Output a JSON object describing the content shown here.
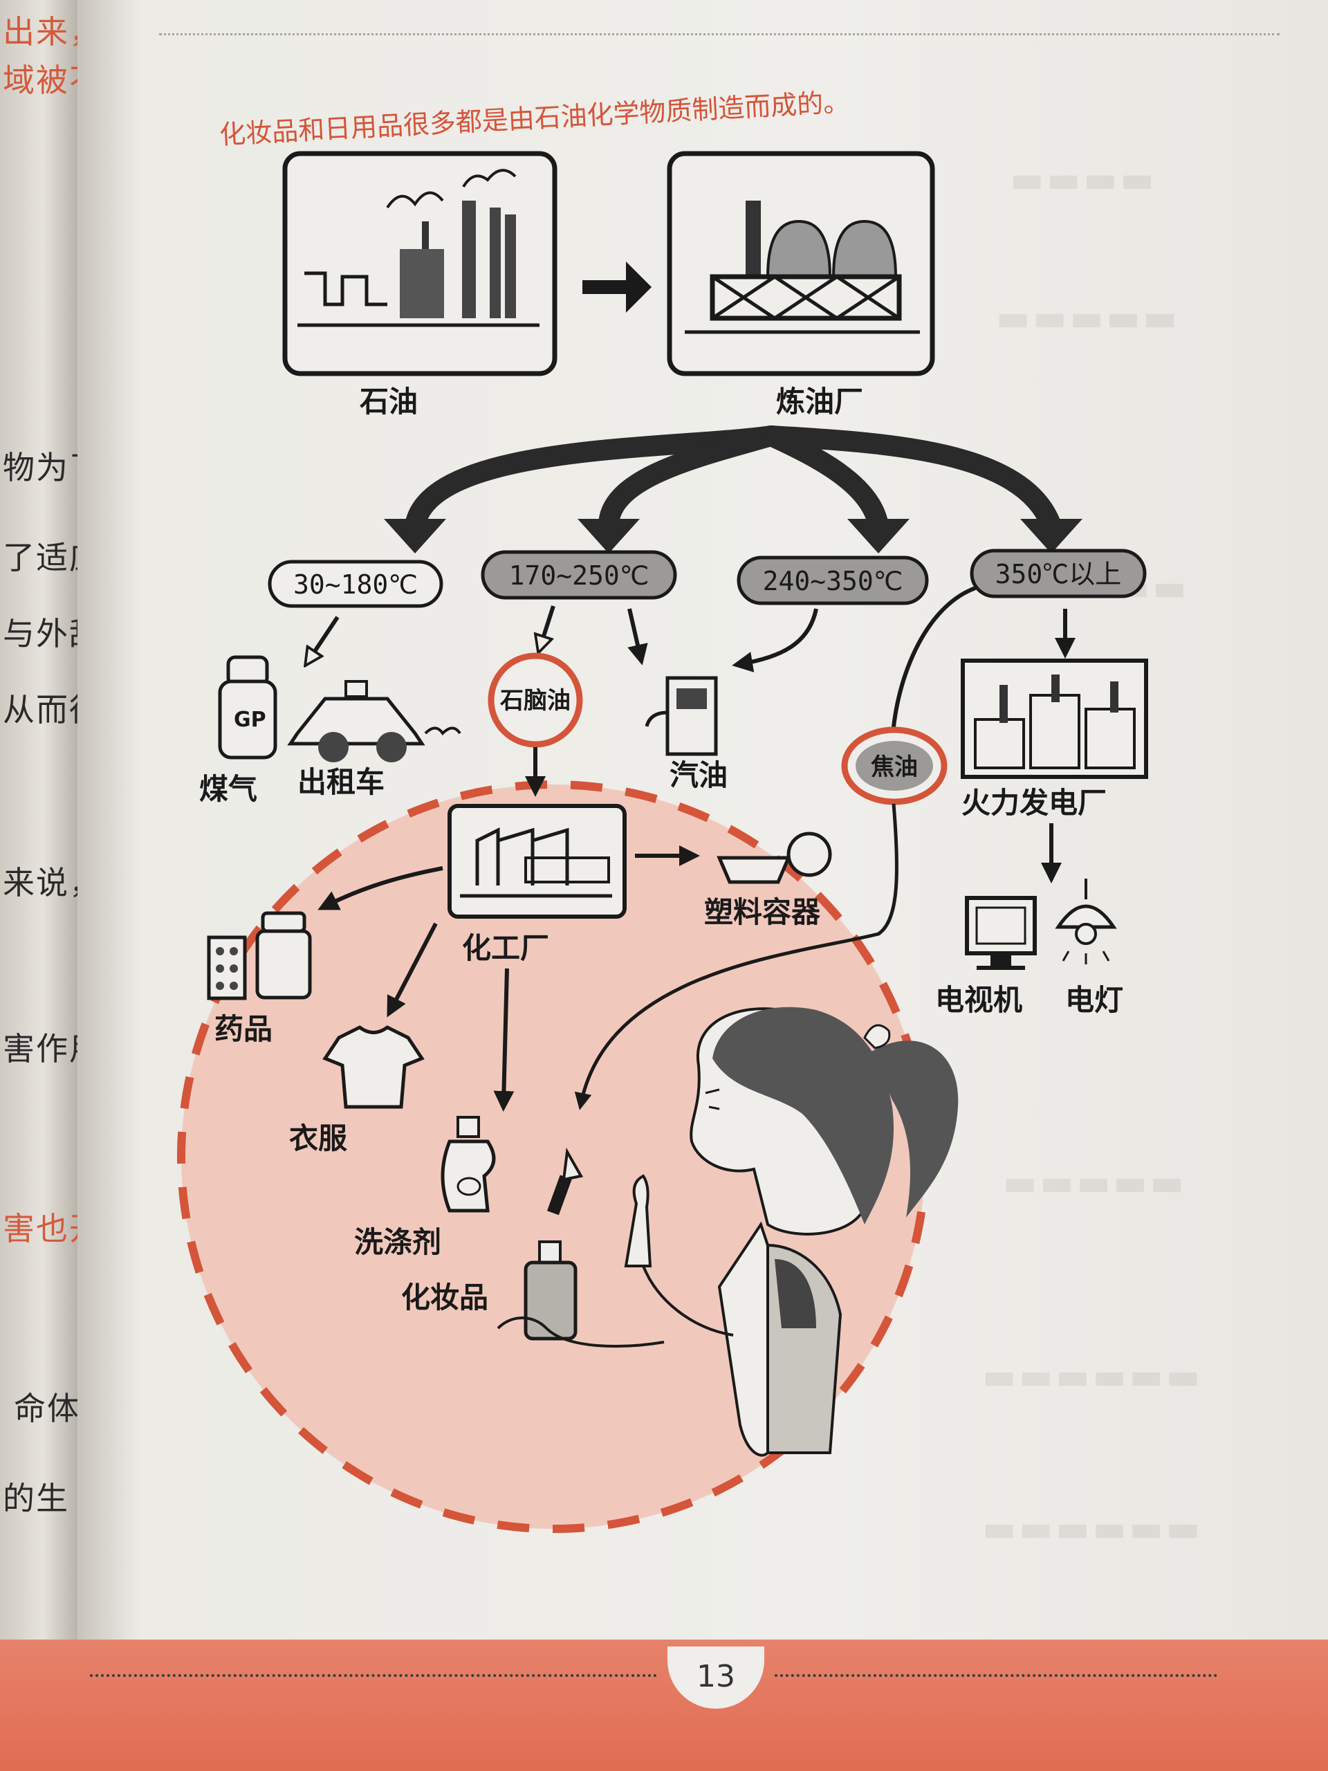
{
  "caption": "化妆品和日用品很多都是由石油化学物质制造而成的。",
  "nodes": {
    "oil": "石油",
    "refinery": "炼油厂",
    "naphtha": "石脑油",
    "coke_oil": "焦油",
    "gas": "煤气",
    "taxi": "出租车",
    "gasoline": "汽油",
    "power_plant": "火力发电厂",
    "chemical_plant": "化工厂",
    "plastic": "塑料容器",
    "medicine": "药品",
    "clothes": "衣服",
    "detergent": "洗涤剂",
    "cosmetics": "化妆品",
    "tv": "电视机",
    "lamp": "电灯"
  },
  "temps": [
    "30~180℃",
    "170~250℃",
    "240~350℃",
    "350℃以上"
  ],
  "left_page": [
    "出来，",
    "域被不",
    "物为了",
    "了适应",
    "与外敌",
    "从而得",
    "来说，",
    "害作用",
    "害也开",
    "命体",
    "的生"
  ],
  "page_number": "13",
  "colors": {
    "accent": "#d4553a",
    "circle_fill": "#f1c9bc",
    "ink": "#1a1a1a"
  }
}
